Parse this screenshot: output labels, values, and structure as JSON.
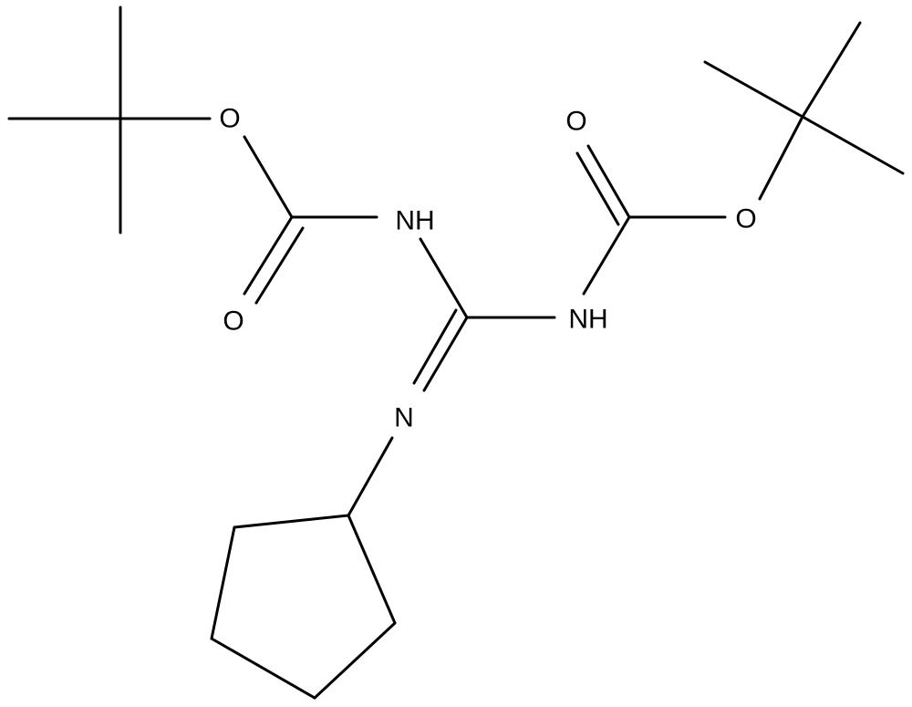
{
  "molecule": {
    "atom_labels": {
      "o_ester_left": "O",
      "o_carbonyl_left": "O",
      "nh_left": "NH",
      "nh_right": "NH",
      "n_imine": "N",
      "o_carbonyl_right": "O",
      "o_ester_right": "O"
    }
  }
}
